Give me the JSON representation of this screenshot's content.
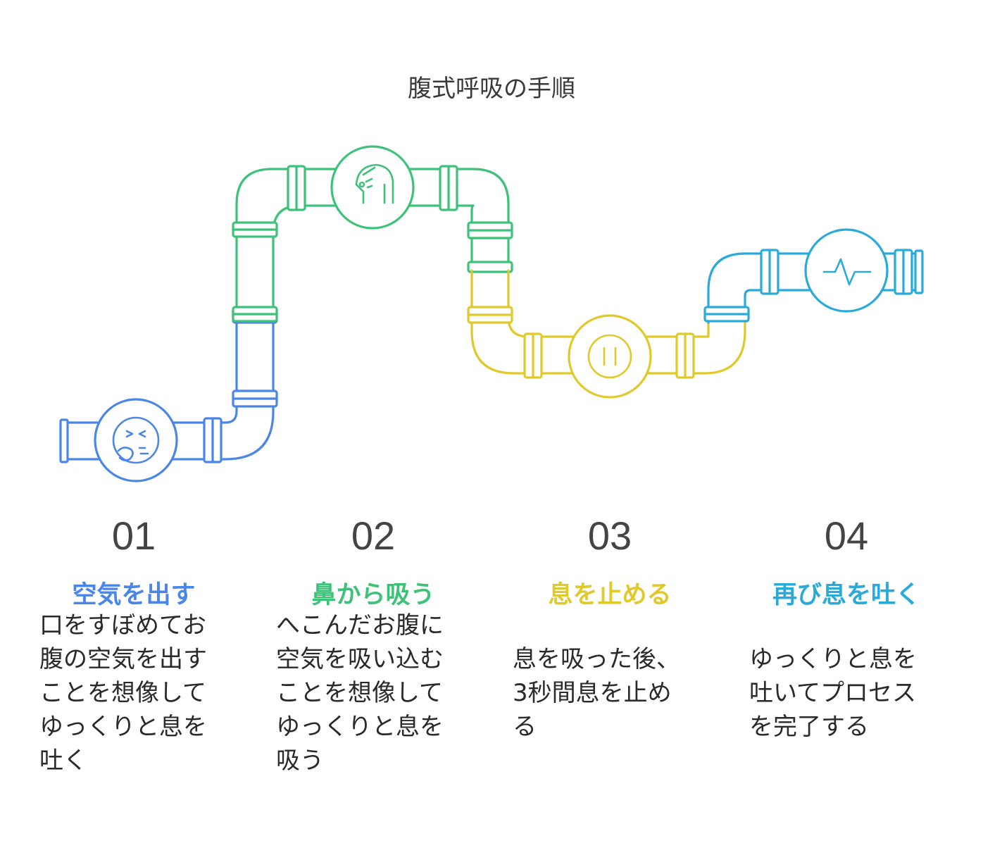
{
  "title": "腹式呼吸の手順",
  "colors": {
    "step1": "#4a86e8",
    "step2": "#3ec27a",
    "step3": "#e0c92a",
    "step4": "#2aaad9"
  },
  "steps": [
    {
      "number": "01",
      "heading": "空気を出す",
      "lines": [
        "口をすぼめてお",
        "腹の空気を出す",
        "ことを想像して",
        "ゆっくりと息を",
        "吐く"
      ],
      "icon": "exhale-face-icon"
    },
    {
      "number": "02",
      "heading": "鼻から吸う",
      "lines": [
        "へこんだお腹に",
        "空気を吸い込む",
        "ことを想像して",
        "ゆっくりと息を",
        "吸う"
      ],
      "icon": "head-inhale-icon"
    },
    {
      "number": "03",
      "heading": "息を止める",
      "lines": [
        "息を吸った後、",
        "3秒間息を止め",
        "る"
      ],
      "icon": "pause-icon"
    },
    {
      "number": "04",
      "heading": "再び息を吐く",
      "lines": [
        "ゆっくりと息を",
        "吐いてプロセス",
        "を完了する"
      ],
      "icon": "pulse-icon"
    }
  ]
}
